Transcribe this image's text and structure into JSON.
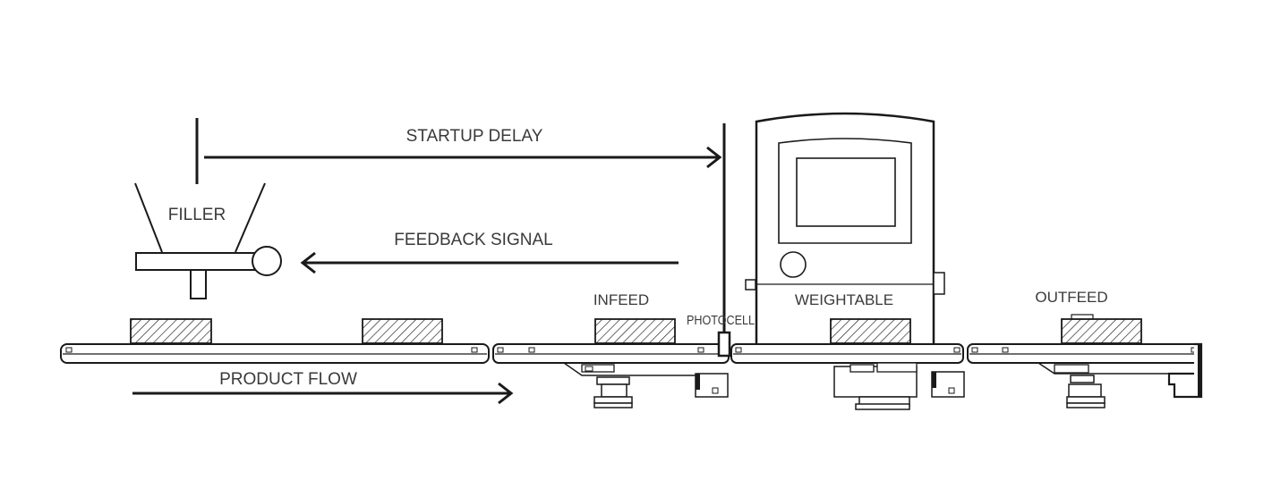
{
  "labels": {
    "startup_delay": "STARTUP DELAY",
    "filler": "FILLER",
    "feedback_signal": "FEEDBACK SIGNAL",
    "infeed": "INFEED",
    "photocell": "PHOTOCELL",
    "weightable": "WEIGHTABLE",
    "outfeed": "OUTFEED",
    "product_flow": "PRODUCT FLOW"
  },
  "colors": {
    "line": "#1a1a1a",
    "text": "#3a3a3a",
    "background": "#ffffff"
  }
}
